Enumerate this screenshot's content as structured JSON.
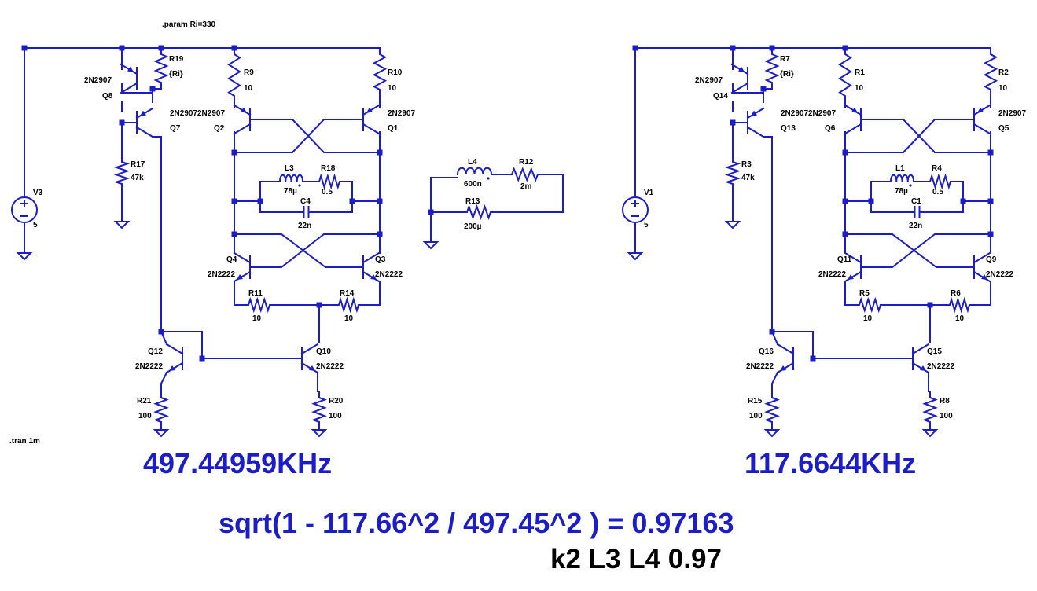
{
  "directives": {
    "param": ".param Ri=330",
    "tran": ".tran 1m"
  },
  "left": {
    "V3": {
      "name": "V3",
      "value": "5"
    },
    "R19": {
      "name": "R19",
      "value": "{Ri}"
    },
    "Q8": {
      "name": "Q8",
      "model": "2N2907"
    },
    "Q7": {
      "name": "Q7",
      "model": "2N2907"
    },
    "R17": {
      "name": "R17",
      "value": "47k"
    },
    "R9": {
      "name": "R9",
      "value": "10"
    },
    "R10": {
      "name": "R10",
      "value": "10"
    },
    "Q2": {
      "name": "Q2",
      "model": "2N2907"
    },
    "Q1": {
      "name": "Q1",
      "model": "2N2907"
    },
    "L3": {
      "name": "L3",
      "value": "78µ"
    },
    "R18": {
      "name": "R18",
      "value": "0.5"
    },
    "C4": {
      "name": "C4",
      "value": "22n"
    },
    "Q4": {
      "name": "Q4",
      "model": "2N2222"
    },
    "Q3": {
      "name": "Q3",
      "model": "2N2222"
    },
    "R11": {
      "name": "R11",
      "value": "10"
    },
    "R14": {
      "name": "R14",
      "value": "10"
    },
    "Q12": {
      "name": "Q12",
      "model": "2N2222"
    },
    "Q10": {
      "name": "Q10",
      "model": "2N2222"
    },
    "R21": {
      "name": "R21",
      "value": "100"
    },
    "R20": {
      "name": "R20",
      "value": "100"
    }
  },
  "middle": {
    "L4": {
      "name": "L4",
      "value": "600n"
    },
    "R12": {
      "name": "R12",
      "value": "2m"
    },
    "R13": {
      "name": "R13",
      "value": "200µ"
    }
  },
  "right": {
    "V1": {
      "name": "V1",
      "value": "5"
    },
    "R7": {
      "name": "R7",
      "value": "{Ri}"
    },
    "Q14": {
      "name": "Q14",
      "model": "2N2907"
    },
    "Q13": {
      "name": "Q13",
      "model": "2N2907"
    },
    "R3": {
      "name": "R3",
      "value": "47k"
    },
    "R1": {
      "name": "R1",
      "value": "10"
    },
    "R2": {
      "name": "R2",
      "value": "10"
    },
    "Q6": {
      "name": "Q6",
      "model": "2N2907"
    },
    "Q5": {
      "name": "Q5",
      "model": "2N2907"
    },
    "L1": {
      "name": "L1",
      "value": "78µ"
    },
    "R4": {
      "name": "R4",
      "value": "0.5"
    },
    "C1": {
      "name": "C1",
      "value": "22n"
    },
    "Q11": {
      "name": "Q11",
      "model": "2N2222"
    },
    "Q9": {
      "name": "Q9",
      "model": "2N2222"
    },
    "R5": {
      "name": "R5",
      "value": "10"
    },
    "R6": {
      "name": "R6",
      "value": "10"
    },
    "Q16": {
      "name": "Q16",
      "model": "2N2222"
    },
    "Q15": {
      "name": "Q15",
      "model": "2N2222"
    },
    "R15": {
      "name": "R15",
      "value": "100"
    },
    "R8": {
      "name": "R8",
      "value": "100"
    }
  },
  "results": {
    "left_freq": "497.44959KHz",
    "right_freq": "117.6644KHz",
    "formula": "sqrt(1 - 117.66^2 / 497.45^2 ) = 0.97163",
    "coupling": "k2 L3 L4 0.97"
  },
  "colors": {
    "wire": "#1c1cc8",
    "label": "#000000",
    "result": "#1c1cc8",
    "coupling": "#000000"
  }
}
